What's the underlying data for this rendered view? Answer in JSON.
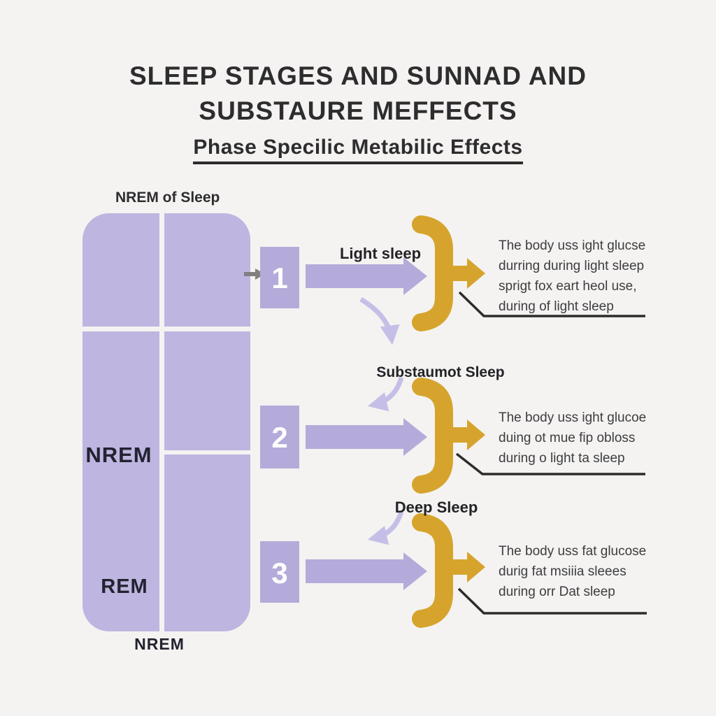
{
  "header": {
    "title_line1": "SLEEP STAGES AND SUNNAD AND",
    "title_line2": "SUBSTAURE MEFFECTS",
    "subtitle": "Phase Specilic Metabilic Effects"
  },
  "sleep_block": {
    "top_label": "NREM of Sleep",
    "nrem_label": "NREM",
    "rem_label": "REM",
    "bottom_label": "NREM"
  },
  "stages": [
    {
      "number": "1",
      "label": "Light sleep",
      "lines": [
        "The body uss ight glucse",
        "durring during light sleep",
        "sprigt fox eart heol use,",
        "during of light sleep"
      ]
    },
    {
      "number": "2",
      "label": "Substaumot Sleep",
      "lines": [
        "The body uss ight glucoe",
        "duing ot mue fip obloss",
        "during o light ta sleep"
      ]
    },
    {
      "number": "3",
      "label": "Deep Sleep",
      "lines": [
        "The body uss fat glucose",
        "durig fat msiiia sleees",
        "during orr Dat sleep"
      ]
    }
  ],
  "colors": {
    "background": "#f4f3f1",
    "purple_block": "#beb5e1",
    "purple_arrow": "#b4abda",
    "purple_curve": "#c5bfe7",
    "gold": "#d6a42d",
    "ink": "#2d2c2e",
    "callout_line": "#2c2c2c",
    "gray_arrow": "#808080"
  }
}
